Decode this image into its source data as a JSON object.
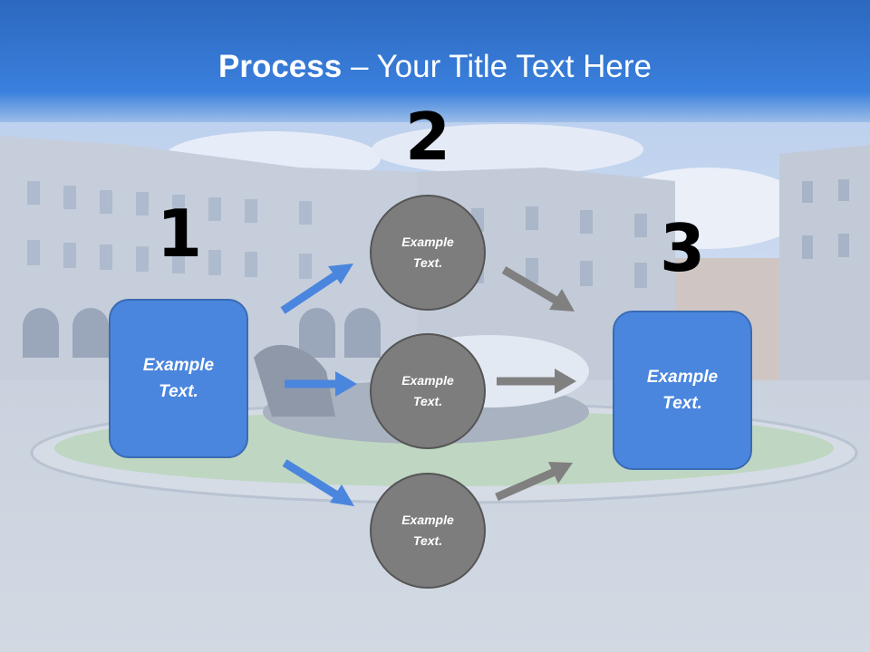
{
  "title": {
    "bold": "Process",
    "rest": " – Your Title Text Here"
  },
  "steps": [
    {
      "number": "1",
      "text": "Example Text."
    },
    {
      "number": "2",
      "circles": [
        "Example Text.",
        "Example Text.",
        "Example Text."
      ]
    },
    {
      "number": "3",
      "text": "Example Text."
    }
  ],
  "colors": {
    "header": "#3b7ed8",
    "box": "#4a86de",
    "circle": "#7d7d7d",
    "arrow_blue": "#4a86de",
    "arrow_gray": "#808080"
  }
}
